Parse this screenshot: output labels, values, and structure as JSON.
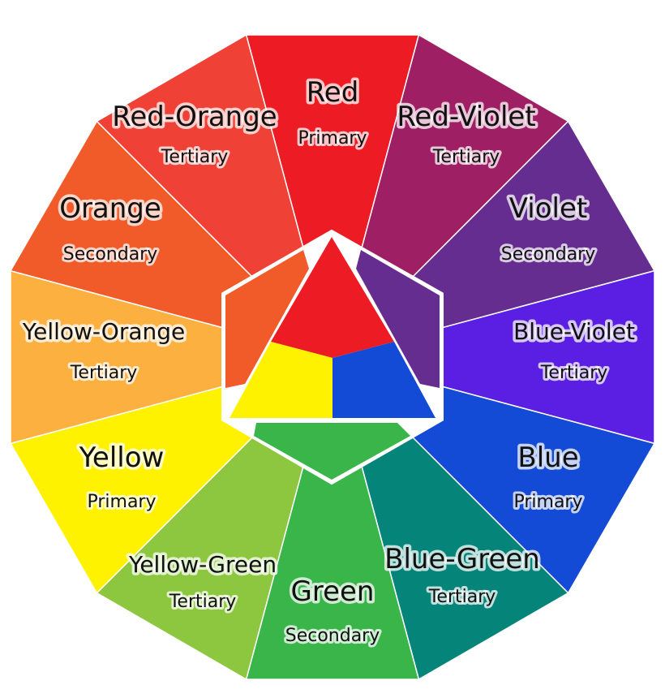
{
  "wheel": [
    {
      "name": "Red",
      "kind": "Primary",
      "color": "#ed1c24"
    },
    {
      "name": "Red-Violet",
      "kind": "Tertiary",
      "color": "#9e1f63"
    },
    {
      "name": "Violet",
      "kind": "Secondary",
      "color": "#662d91"
    },
    {
      "name": "Blue-Violet",
      "kind": "Tertiary",
      "color": "#5b1fe3"
    },
    {
      "name": "Blue",
      "kind": "Primary",
      "color": "#144bd6"
    },
    {
      "name": "Blue-Green",
      "kind": "Tertiary",
      "color": "#05857a"
    },
    {
      "name": "Green",
      "kind": "Secondary",
      "color": "#39b54a"
    },
    {
      "name": "Yellow-Green",
      "kind": "Tertiary",
      "color": "#8dc63f"
    },
    {
      "name": "Yellow",
      "kind": "Primary",
      "color": "#fff200"
    },
    {
      "name": "Yellow-Orange",
      "kind": "Tertiary",
      "color": "#fbb040"
    },
    {
      "name": "Orange",
      "kind": "Secondary",
      "color": "#f15a29"
    },
    {
      "name": "Red-Orange",
      "kind": "Tertiary",
      "color": "#ef4136"
    }
  ],
  "center": {
    "red": "#ed1c24",
    "yellow": "#fff200",
    "blue": "#144bd6",
    "orange": "#f15a29",
    "violet": "#662d91",
    "green": "#39b54a"
  }
}
